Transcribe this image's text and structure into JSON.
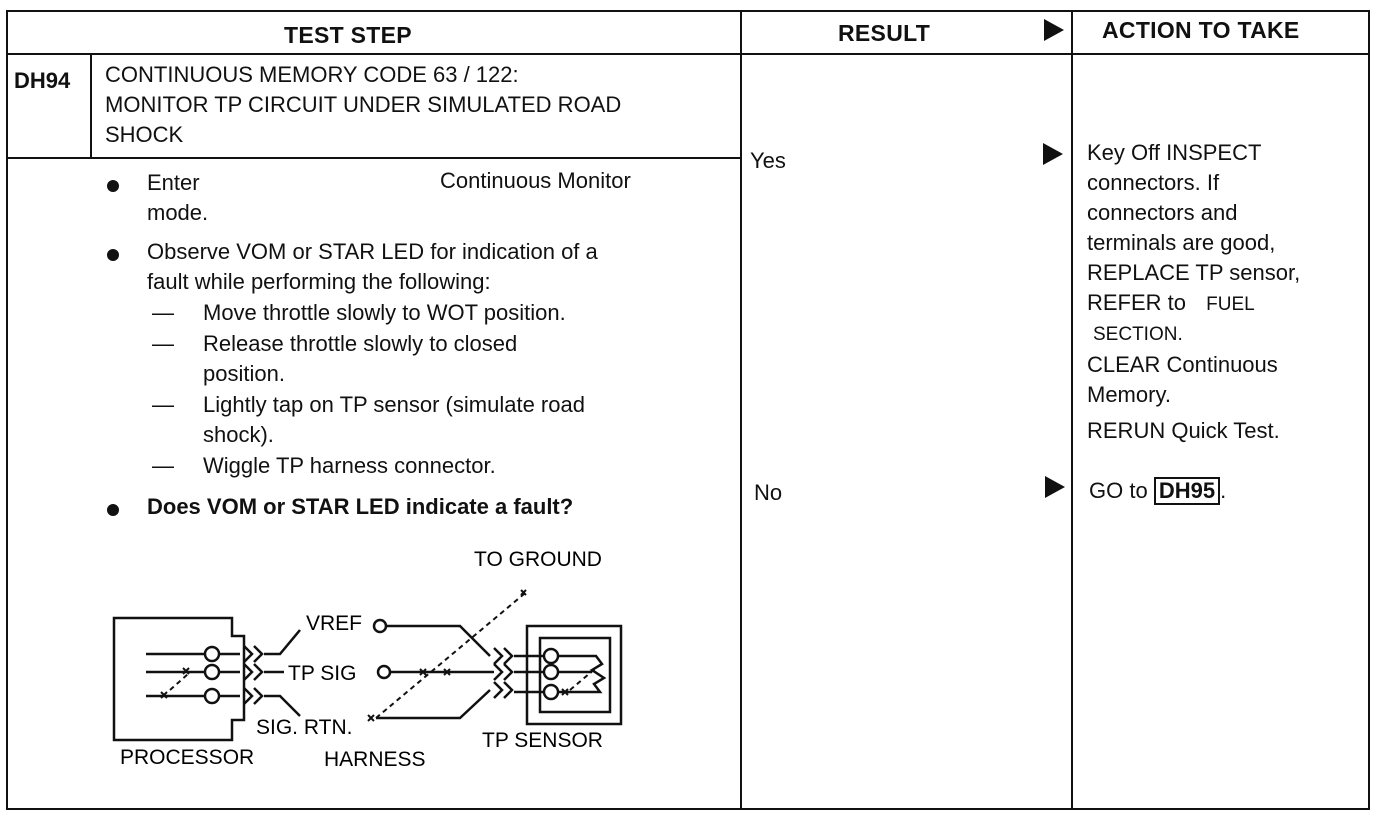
{
  "header": {
    "test_step": "TEST STEP",
    "result": "RESULT",
    "action": "ACTION TO TAKE"
  },
  "step": {
    "id": "DH94",
    "title_lines": [
      "CONTINUOUS MEMORY CODE 63 / 122:",
      "MONITOR TP CIRCUIT UNDER SIMULATED ROAD",
      "SHOCK"
    ],
    "bullet1_a": "Enter",
    "bullet1_b": "Continuous Monitor",
    "bullet1_c": "mode.",
    "bullet2_lines": [
      "Observe VOM or STAR LED for indication of a",
      "fault while performing the following:"
    ],
    "dash_items": [
      [
        "Move throttle slowly to WOT position."
      ],
      [
        "Release throttle slowly to closed",
        "position."
      ],
      [
        "Lightly tap on TP sensor (simulate road",
        "shock)."
      ],
      [
        "Wiggle TP harness connector."
      ]
    ],
    "question": "Does VOM or STAR LED indicate a fault?"
  },
  "diagram": {
    "to_ground": "TO GROUND",
    "vref": "VREF",
    "tp_sig": "TP SIG",
    "sig_rtn": "SIG. RTN.",
    "processor": "PROCESSOR",
    "harness": "HARNESS",
    "tp_sensor": "TP SENSOR"
  },
  "results": {
    "yes": "Yes",
    "no": "No"
  },
  "actions": {
    "yes_lines": [
      "Key Off INSPECT",
      "connectors. If",
      "connectors and",
      "terminals are good,",
      "REPLACE TP sensor,"
    ],
    "refer_to": "REFER to",
    "fuel": "FUEL",
    "section": "SECTION.",
    "clear_lines": [
      "CLEAR Continuous",
      "Memory."
    ],
    "rerun": "RERUN Quick Test.",
    "go_to": "GO to",
    "go_target": "DH95",
    "go_period": "."
  }
}
